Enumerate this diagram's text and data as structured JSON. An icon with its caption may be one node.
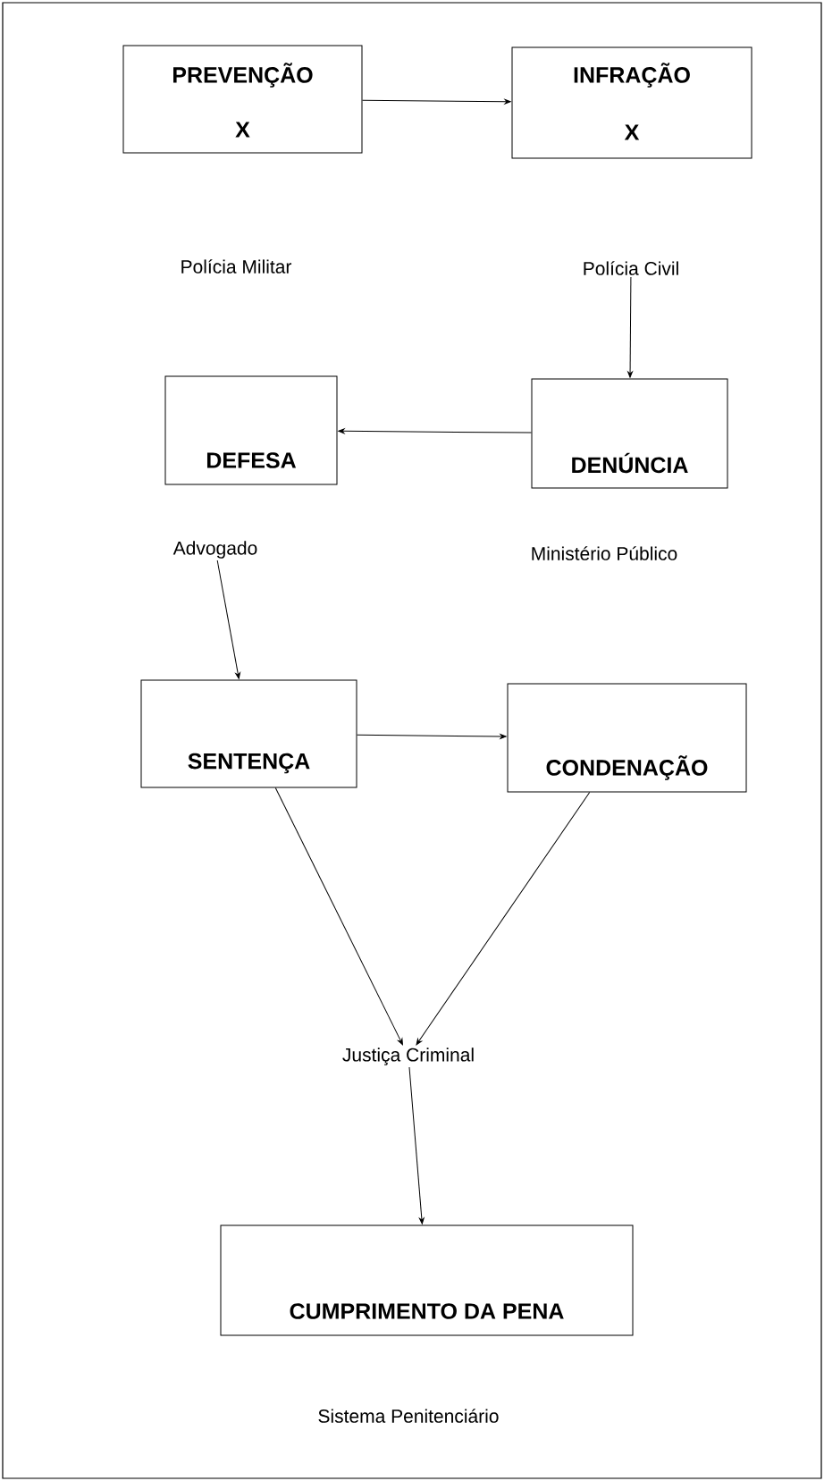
{
  "diagram": {
    "nodes": [
      {
        "text": [
          "PREVENÇÃO",
          "X"
        ]
      },
      {
        "text": [
          "INFRAÇÃO",
          "X"
        ]
      },
      {
        "text": [
          "Polícia Civil"
        ]
      },
      {
        "text": [
          "DENÚNCIA"
        ],
        "beside": [
          "Ministério Público"
        ]
      },
      {
        "text": [
          "DEFESA"
        ],
        "beside": [
          "Advogado"
        ]
      },
      {
        "text": [
          "SENTENÇA"
        ]
      },
      {
        "text": [
          "CONDENAÇÃO"
        ]
      },
      {
        "text": [
          "Justiça Criminal"
        ]
      },
      {
        "text": [
          "CUMPRIMENTO DA PENA"
        ],
        "beside": [
          "Sistema Penitenciário"
        ]
      }
    ],
    "edges": [
      {
        "from": 0,
        "to": 1,
        "arrow": "to"
      },
      {
        "from": 2,
        "to": 3,
        "arrow": "to"
      },
      {
        "from": 3,
        "to": 4,
        "arrow": "to"
      },
      {
        "from": 4,
        "to": 5,
        "arrow": "to"
      },
      {
        "from": 5,
        "to": 6,
        "arrow": "to"
      },
      {
        "from": 5,
        "to": 7,
        "arrow": "to"
      },
      {
        "from": 6,
        "to": 7,
        "arrow": "to"
      },
      {
        "from": 7,
        "to": 8,
        "arrow": "to"
      }
    ],
    "labels": [
      "Polícia Militar"
    ]
  }
}
